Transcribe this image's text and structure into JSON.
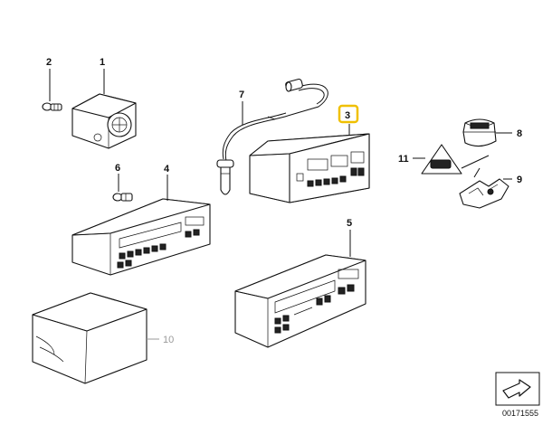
{
  "diagram": {
    "callouts": [
      {
        "id": "1",
        "text": "1"
      },
      {
        "id": "2",
        "text": "2"
      },
      {
        "id": "3",
        "text": "3",
        "highlight_color": "#f0c000"
      },
      {
        "id": "4",
        "text": "4"
      },
      {
        "id": "5",
        "text": "5"
      },
      {
        "id": "6",
        "text": "6"
      },
      {
        "id": "7",
        "text": "7"
      },
      {
        "id": "8",
        "text": "8"
      },
      {
        "id": "9",
        "text": "9"
      },
      {
        "id": "10",
        "text": "10",
        "color": "#9a9a9a"
      },
      {
        "id": "11",
        "text": "11"
      }
    ],
    "reference_number": "00171555",
    "colors": {
      "line": "#111111",
      "highlight": "#f0c000",
      "muted": "#9a9a9a"
    }
  }
}
